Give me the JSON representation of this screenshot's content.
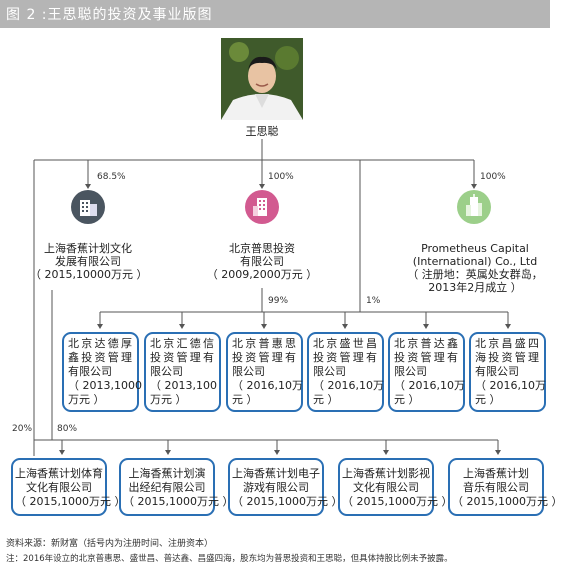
{
  "title": "图 2 :王思聪的投资及事业版图",
  "person": {
    "name": "王思聪"
  },
  "percentages": {
    "p_left_top": "68.5%",
    "p_mid_top": "100%",
    "p_right_top": "100%",
    "p_puss_99": "99%",
    "p_puss_1": "1%",
    "p_left_20": "20%",
    "p_left_80": "80%"
  },
  "top_companies": [
    {
      "line1": "上海香蕉计划文化",
      "line2": "发展有限公司",
      "line3": "（ 2015,10000万元 ）",
      "icon": "building-icon"
    },
    {
      "line1": "北京普思投资",
      "line2": "有限公司",
      "line3": "（ 2009,2000万元 ）",
      "icon": "office-tower-icon"
    },
    {
      "line1": "Prometheus Capital",
      "line2": "(International) Co., Ltd",
      "line3": "（ 注册地：英属处女群岛，",
      "line4": "2013年2月成立 ）",
      "icon": "skyscraper-icon"
    }
  ],
  "mid_companies": [
    {
      "l1": "北京达德厚",
      "l2": "鑫投资管理",
      "l3": "有限公司",
      "l4": "（ 2013,1000",
      "l5": "万元 ）"
    },
    {
      "l1": "北京汇德信",
      "l2": "投资管理有",
      "l3": "限公司",
      "l4": "（ 2013,100",
      "l5": "万元 ）"
    },
    {
      "l1": "北京普惠思",
      "l2": "投资管理有",
      "l3": "限公司",
      "l4": "（ 2016,10万",
      "l5": "元 ）"
    },
    {
      "l1": "北京盛世昌",
      "l2": "投资管理有",
      "l3": "限公司",
      "l4": "（ 2016,10万",
      "l5": "元 ）"
    },
    {
      "l1": "北京普达鑫",
      "l2": "投资管理有",
      "l3": "限公司",
      "l4": "（ 2016,10万",
      "l5": "元 ）"
    },
    {
      "l1": "北京昌盛四",
      "l2": "海投资管理",
      "l3": "有限公司",
      "l4": "（ 2016,10万",
      "l5": "元 ）"
    }
  ],
  "bottom_companies": [
    {
      "l1": "上海香蕉计划体育",
      "l2": "文化有限公司",
      "l3": "（ 2015,1000万元 ）"
    },
    {
      "l1": "上海香蕉计划演",
      "l2": "出经纪有限公司",
      "l3": "（ 2015,1000万元 ）"
    },
    {
      "l1": "上海香蕉计划电子",
      "l2": "游戏有限公司",
      "l3": "（ 2015,1000万元 ）"
    },
    {
      "l1": "上海香蕉计划影视",
      "l2": "文化有限公司",
      "l3": "（ 2015,1000万元 ）"
    },
    {
      "l1": "上海香蕉计划",
      "l2": "音乐有限公司",
      "l3": "（ 2015,1000万元 ）"
    }
  ],
  "footnotes": {
    "source": "资料来源：新财富（括号内为注册时间、注册资本）",
    "note": "注：2016年设立的北京普惠思、盛世昌、普达鑫、昌盛四海，股东均为普思投资和王思聪，但具体持股比例未予披露。"
  },
  "colors": {
    "title_bar": "#b5b5b5",
    "box_border": "#2a6fb4",
    "icon_left": "#4a5560",
    "icon_mid": "#d25a90",
    "icon_right": "#9ccf8a"
  }
}
